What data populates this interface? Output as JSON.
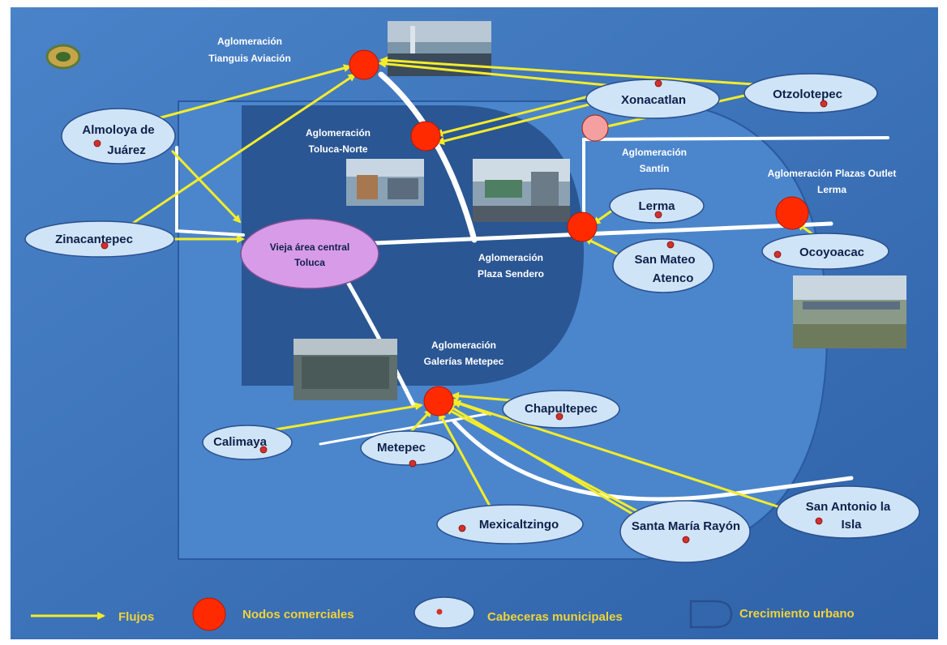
{
  "colors": {
    "background": "#3a6fb5",
    "inner_zone": "#2f5d9f",
    "core_zone": "#264c85",
    "flow": "#f4ec2a",
    "node": "#ff2a00",
    "node_faded": "#f4a0a0",
    "municipality_fill": "#cfe4f7",
    "old_center_fill": "#d79be8",
    "road": "#ffffff",
    "legend_text": "#f0d23a"
  },
  "agglomerations": {
    "tianguis_line1": "Aglomeración",
    "tianguis_line2": "Tianguis Aviación",
    "toluca_norte_line1": "Aglomeración",
    "toluca_norte_line2": "Toluca-Norte",
    "santin_line1": "Aglomeración",
    "santin_line2": "Santín",
    "outlet_line1": "Aglomeración  Plazas Outlet",
    "outlet_line2": "Lerma",
    "sendero_line1": "Aglomeración",
    "sendero_line2": "Plaza Sendero",
    "metepec_line1": "Aglomeración",
    "metepec_line2": "Galerías Metepec"
  },
  "old_center": {
    "line1": "Vieja área central",
    "line2": "Toluca"
  },
  "municipalities": {
    "almoloya_1": "Almoloya de",
    "almoloya_2": "Juárez",
    "zinacantepec": "Zinacantepec",
    "xonacatlan": "Xonacatlan",
    "otzolotepec": "Otzolotepec",
    "lerma": "Lerma",
    "ocoyoacac": "Ocoyoacac",
    "san_mateo_1": "San Mateo",
    "san_mateo_2": "Atenco",
    "chapultepec": "Chapultepec",
    "calimaya": "Calimaya",
    "metepec": "Metepec",
    "mexicaltzingo": "Mexicaltzingo",
    "santa_maria": "Santa María  Rayón",
    "san_antonio_1": "San Antonio la",
    "san_antonio_2": "Isla"
  },
  "legend": {
    "flows": "Flujos",
    "nodes": "Nodos comerciales",
    "heads": "Cabeceras municipales",
    "growth": "Crecimiento urbano"
  }
}
